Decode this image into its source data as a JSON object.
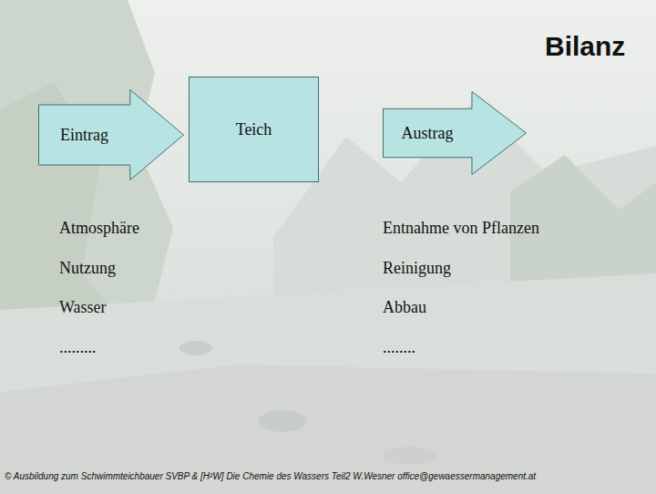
{
  "diagram": {
    "title": "Bilanz",
    "nodes": [
      {
        "text": [
          "Eintrag"
        ]
      },
      {
        "text": [
          "Teich"
        ]
      },
      {
        "text": [
          "Austrag"
        ]
      }
    ],
    "labels": [
      "Atmosphäre",
      "Nutzung",
      "Wasser",
      ".........",
      "Entnahme von Pflanzen",
      "Reinigung",
      "Abbau",
      "........",
      "© Ausbildung zum Schwimmteichbauer SVBP & [H²W] Die Chemie des Wassers Teil2 W.Wesner office@gewaessermanagement.at"
    ]
  }
}
